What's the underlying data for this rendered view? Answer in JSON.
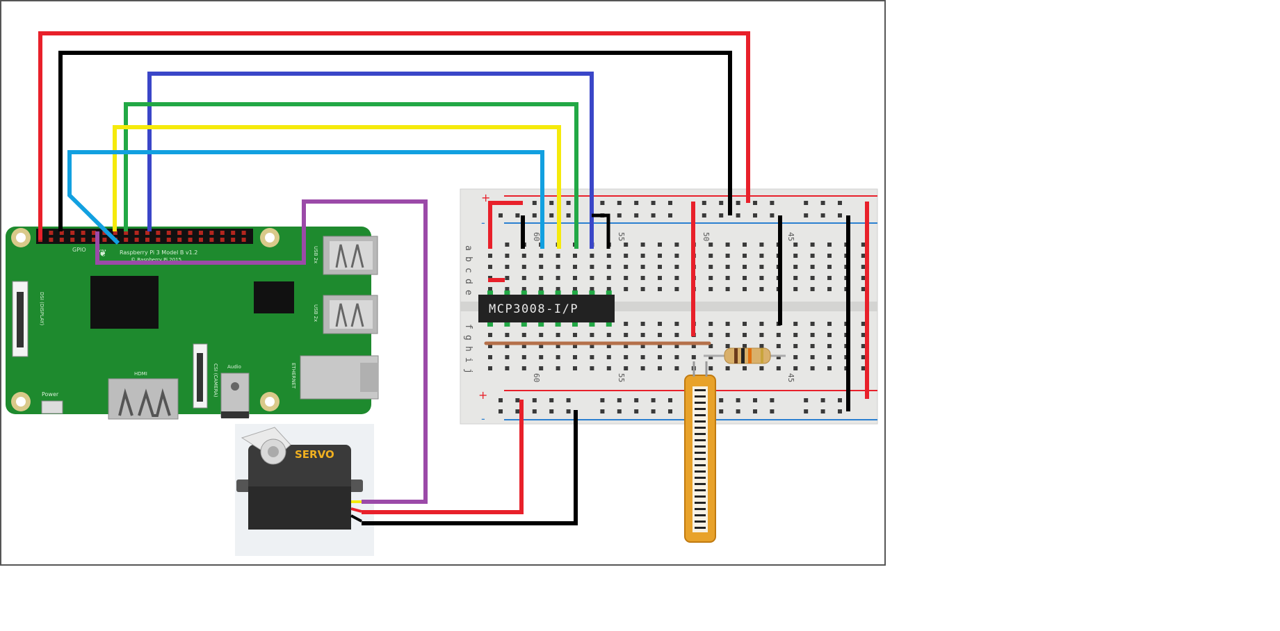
{
  "raspberry_pi": {
    "model_label": "Raspberry Pi 3 Model B v1.2",
    "copyright_label": "© Raspberry Pi 2015",
    "gpio_label": "GPIO",
    "power_label": "Power",
    "hdmi_label": "HDMI",
    "audio_label": "Audio",
    "csi_label": "CSI (CAMERA)",
    "dsi_label": "DSI (DISPLAY)",
    "usb_label_1": "USB 2x",
    "usb_label_2": "USB 2x",
    "ethernet_label": "ETHERNET"
  },
  "chip": {
    "label": "MCP3008-I/P"
  },
  "servo": {
    "label": "SERVO"
  },
  "breadboard": {
    "row_letters_top": [
      "a",
      "b",
      "c",
      "d",
      "e"
    ],
    "row_letters_bottom": [
      "f",
      "g",
      "h",
      "i",
      "j"
    ],
    "column_numbers_top": [
      "60",
      "55",
      "50",
      "45"
    ],
    "column_numbers_bottom": [
      "60",
      "55",
      "45"
    ],
    "plus_sign": "+",
    "minus_sign": "-"
  },
  "colors": {
    "wire_red": "#e8202a",
    "wire_black": "#000000",
    "wire_blue": "#3a46c8",
    "wire_green": "#22a845",
    "wire_yellow": "#f5ea0c",
    "wire_cyan": "#12a0e0",
    "wire_purple": "#9b4aa8",
    "pcb_green": "#1e8a2e",
    "servo_label": "#f0b020"
  }
}
